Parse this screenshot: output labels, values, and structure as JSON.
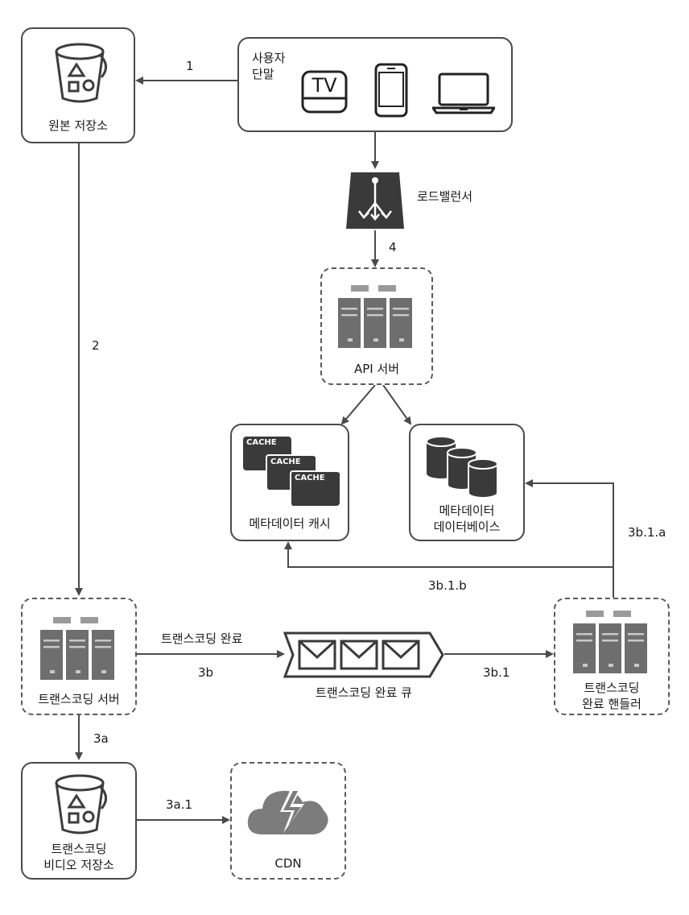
{
  "nodes": {
    "original_storage": {
      "label": "원본 저장소"
    },
    "client": {
      "label_line1": "사용자",
      "label_line2": "단말",
      "tv_text": "TV"
    },
    "load_balancer": {
      "label": "로드밸런서"
    },
    "api_server": {
      "label": "API 서버"
    },
    "metadata_cache": {
      "label": "메타데이터 캐시",
      "cache_tags": [
        "CACHE",
        "CACHE",
        "CACHE"
      ]
    },
    "metadata_db": {
      "label_line1": "메타데이터",
      "label_line2": "데이터베이스"
    },
    "transcoding_server": {
      "label": "트랜스코딩 서버"
    },
    "completion_queue": {
      "label": "트랜스코딩 완료 큐"
    },
    "completion_handler": {
      "label_line1": "트랜스코딩",
      "label_line2": "완료 핸들러"
    },
    "transcoded_storage": {
      "label_line1": "트랜스코딩",
      "label_line2": "비디오 저장소"
    },
    "cdn": {
      "label": "CDN"
    }
  },
  "edges": {
    "e1": "1",
    "e2": "2",
    "e3a": "3a",
    "e3a1": "3a.1",
    "e3b": "3b",
    "e3b_top": "트랜스코딩 완료",
    "e3b1": "3b.1",
    "e3b1a": "3b.1.a",
    "e3b1b": "3b.1.b",
    "e4": "4"
  },
  "colors": {
    "line": "#4a4a4a",
    "server_dark": "#6e6e6e",
    "server_light": "#9a9a9a",
    "icon_dark": "#3d3d3d",
    "cloud": "#7c7c7c"
  }
}
